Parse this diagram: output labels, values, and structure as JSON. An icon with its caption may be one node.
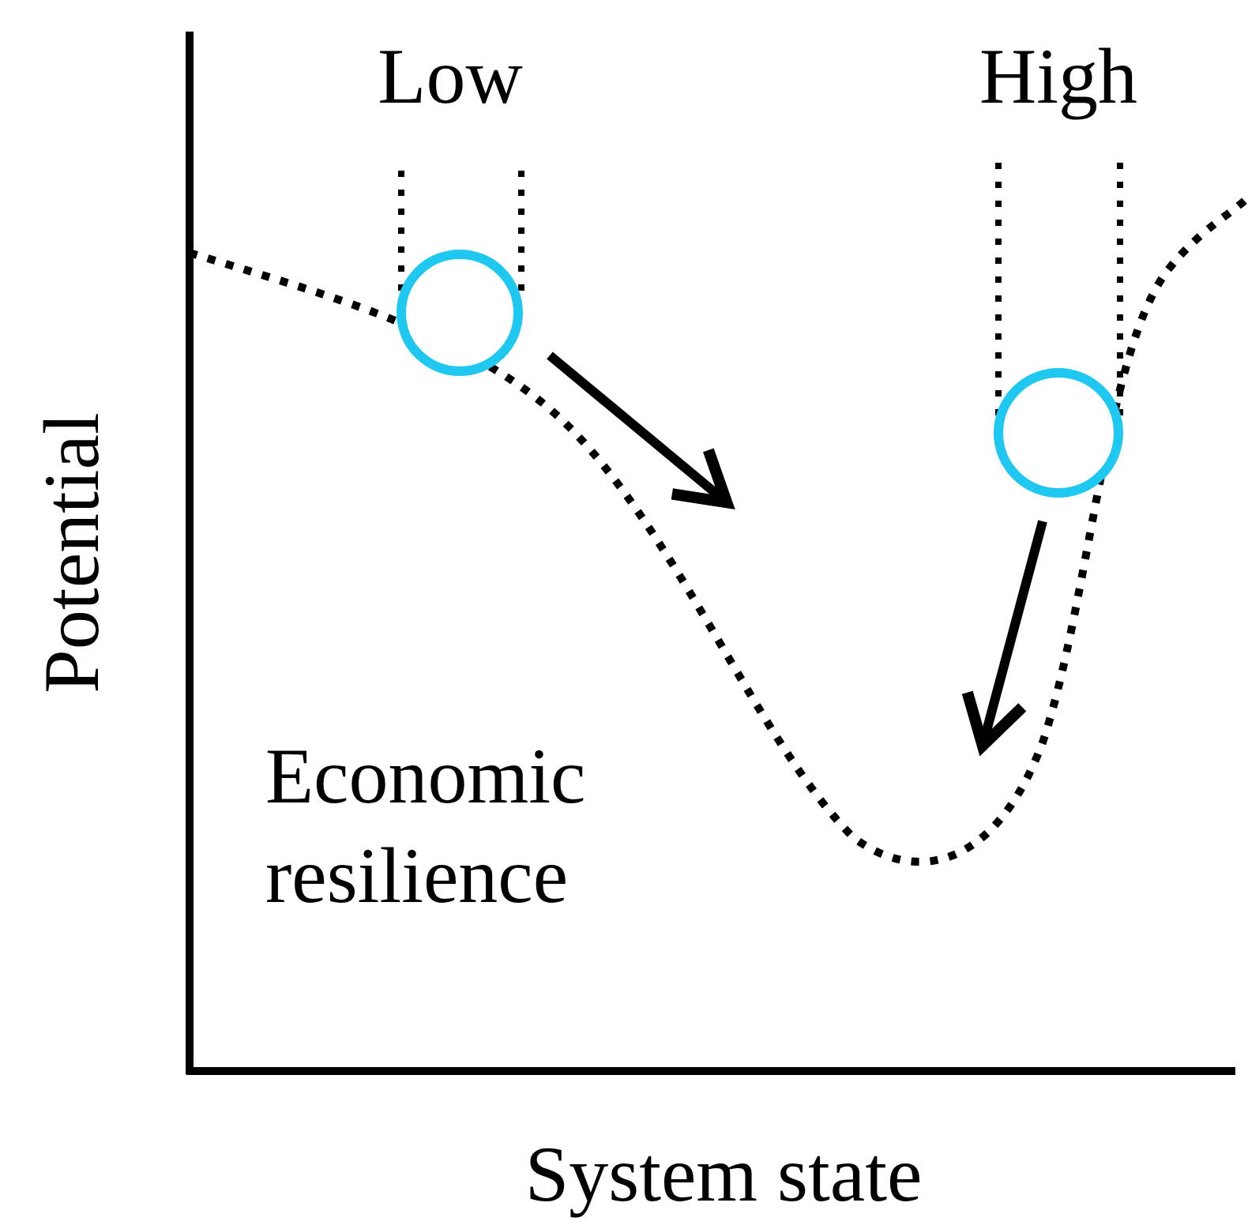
{
  "diagram": {
    "nodes": [
      {
        "text": [],
        "shape": "circle"
      },
      {
        "text": [],
        "shape": "circle"
      }
    ],
    "labels": [
      "Low",
      "High",
      "Potential",
      "Economic resilience",
      "System state"
    ]
  }
}
